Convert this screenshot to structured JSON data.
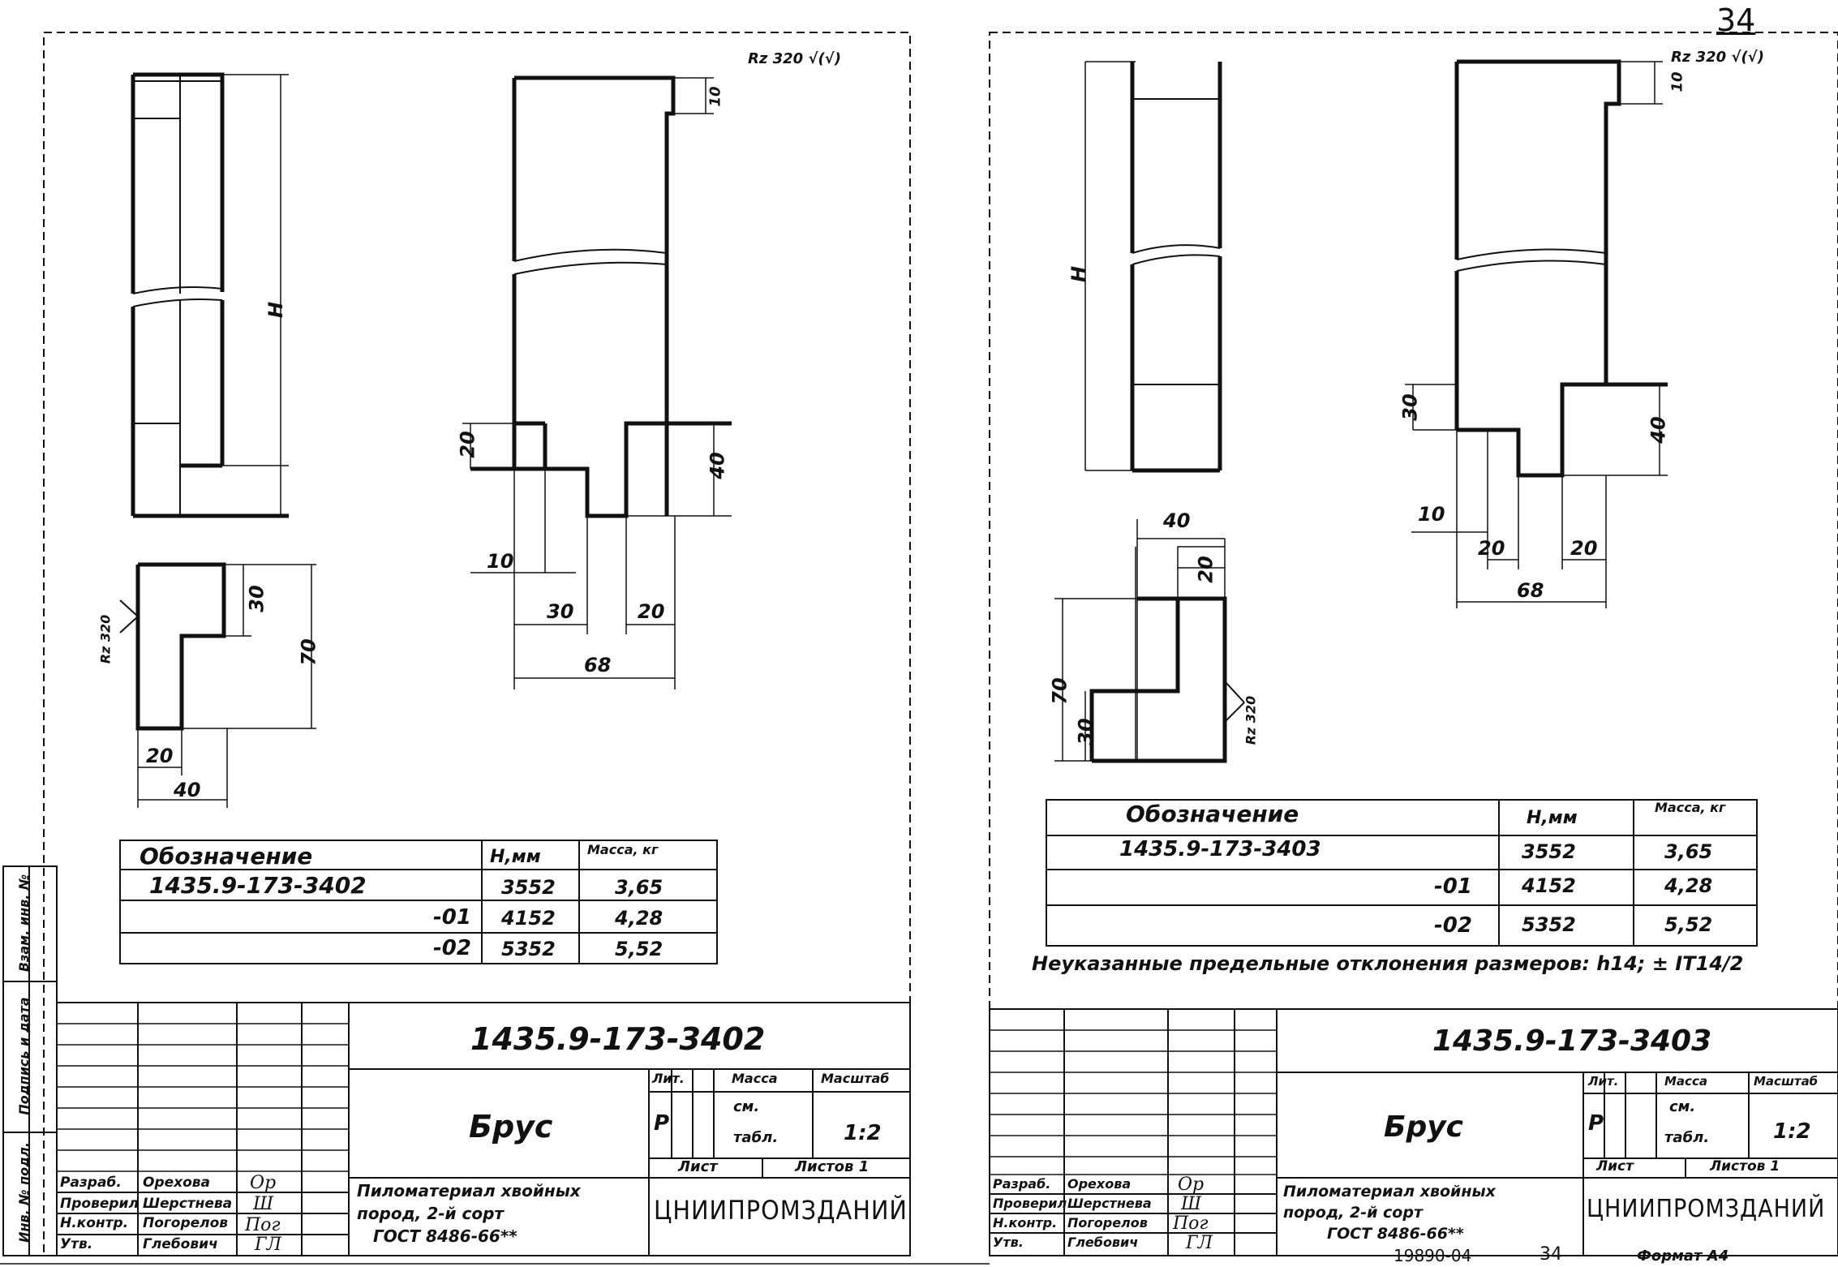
{
  "page_number": "34",
  "left_sheet": {
    "roughness": "Rz 320",
    "profile_roughness": "Rz 320",
    "dims": {
      "h": "H",
      "top_10": "10",
      "d20": "20",
      "d40": "40",
      "d10": "10",
      "d30": "30",
      "d20b": "20",
      "d68": "68",
      "s30": "30",
      "s70": "70",
      "s20": "20",
      "s40": "40"
    },
    "spec_table": {
      "headers": [
        "Обозначение",
        "H,мм",
        "Масса, кг"
      ],
      "rows": [
        {
          "designation": "1435.9-173-3402",
          "h": "3552",
          "mass": "3,65"
        },
        {
          "designation": "-01",
          "h": "4152",
          "mass": "4,28"
        },
        {
          "designation": "-02",
          "h": "5352",
          "mass": "5,52"
        }
      ]
    },
    "title_block": {
      "drawing_code": "1435.9-173-3402",
      "name": "Брус",
      "material_lines": [
        "Пиломатериал хвойных",
        "пород, 2-й сорт",
        "ГОСТ 8486-66**"
      ],
      "lit_label": "Лит.",
      "mass_label": "Масса",
      "scale_label": "Масштаб",
      "lit_value": "Р",
      "mass_value_1": "см.",
      "mass_value_2": "табл.",
      "scale_value": "1:2",
      "sheet_label": "Лист",
      "sheets_label": "Листов 1",
      "organization": "ЦНИИПРОМЗДАНИЙ",
      "roles": [
        {
          "role": "Разраб.",
          "name": "Орехова",
          "sign": "Ор"
        },
        {
          "role": "Проверил",
          "name": "Шерстнева",
          "sign": "Ш"
        },
        {
          "role": "Н.контр.",
          "name": "Погорелов",
          "sign": "Пог"
        },
        {
          "role": "Утв.",
          "name": "Глебович",
          "sign": "ГЛ"
        }
      ]
    },
    "side_strip": [
      "Инв. № подл.",
      "Подпись и дата",
      "Взам. инв. №"
    ]
  },
  "right_sheet": {
    "roughness": "Rz 320",
    "profile_roughness": "Rz 320",
    "dims": {
      "h": "H",
      "top_10": "10",
      "d30": "30",
      "d40": "40",
      "d10": "10",
      "d20": "20",
      "d20b": "20",
      "d68": "68",
      "p40": "40",
      "p20": "20",
      "p70": "70",
      "p30": "30"
    },
    "spec_table": {
      "headers": [
        "Обозначение",
        "H,мм",
        "Масса, кг"
      ],
      "rows": [
        {
          "designation": "1435.9-173-3403",
          "h": "3552",
          "mass": "3,65"
        },
        {
          "designation": "-01",
          "h": "4152",
          "mass": "4,28"
        },
        {
          "designation": "-02",
          "h": "5352",
          "mass": "5,52"
        }
      ]
    },
    "note": "Неуказанные предельные отклонения размеров: h14; ± IT14/2",
    "title_block": {
      "drawing_code": "1435.9-173-3403",
      "name": "Брус",
      "material_lines": [
        "Пиломатериал хвойных",
        "пород, 2-й сорт",
        "ГОСТ 8486-66**"
      ],
      "lit_label": "Лит.",
      "mass_label": "Масса",
      "scale_label": "Масштаб",
      "lit_value": "Р",
      "mass_value_1": "см.",
      "mass_value_2": "табл.",
      "scale_value": "1:2",
      "sheet_label": "Лист",
      "sheets_label": "Листов 1",
      "organization": "ЦНИИПРОМЗДАНИЙ",
      "roles": [
        {
          "role": "Разраб.",
          "name": "Орехова",
          "sign": "Ор"
        },
        {
          "role": "Проверил",
          "name": "Шерстнева",
          "sign": "Ш"
        },
        {
          "role": "Н.контр.",
          "name": "Погорелов",
          "sign": "Пог"
        },
        {
          "role": "Утв.",
          "name": "Глебович",
          "sign": "ГЛ"
        }
      ]
    }
  },
  "footer": {
    "album_code": "19890-04",
    "page": "34",
    "format": "Формат А4"
  }
}
